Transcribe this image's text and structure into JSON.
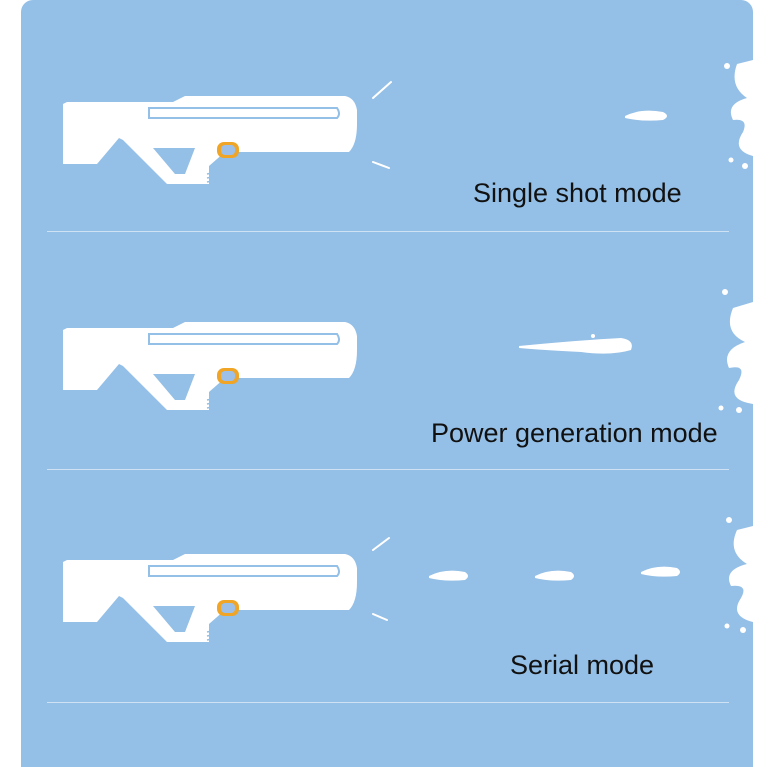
{
  "modes": [
    {
      "label": "Single shot mode"
    },
    {
      "label": "Power generation mode"
    },
    {
      "label": "Serial mode"
    }
  ],
  "colors": {
    "panel_background": "#94bfe6",
    "gun_body": "#ffffff",
    "button_accent": "#f0a526",
    "button_inner": "#9cc0e8",
    "caption_text": "#111111"
  },
  "icons": [
    "water-gun-icon",
    "water-burst-icon",
    "water-droplet-icon"
  ]
}
